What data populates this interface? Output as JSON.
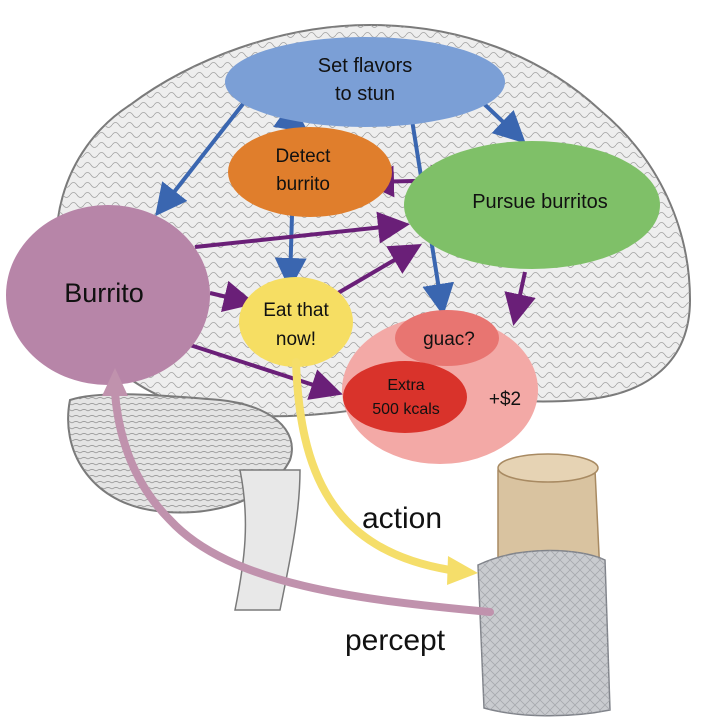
{
  "nodes": {
    "set_flavors": {
      "line1": "Set flavors",
      "line2": "to stun",
      "color": "#7b9fd6"
    },
    "detect_burrito": {
      "line1": "Detect",
      "line2": "burrito",
      "color": "#e07e2c"
    },
    "pursue_burritos": {
      "label": "Pursue burritos",
      "color": "#7fc068"
    },
    "burrito": {
      "label": "Burrito",
      "color": "#b785a8"
    },
    "eat_that_now": {
      "line1": "Eat that",
      "line2": "now!",
      "color": "#f6de63"
    },
    "guac": {
      "label": "guac?",
      "color": "#e87571"
    },
    "extra_kcals": {
      "line1": "Extra",
      "line2": "500 kcals",
      "color": "#d9332b"
    },
    "price": {
      "label": "+$2"
    },
    "cost_region_color": "#f3a9a6"
  },
  "labels": {
    "action": "action",
    "percept": "percept"
  },
  "colors": {
    "blue_arrow": "#3a66b0",
    "purple_arrow": "#6a1f78",
    "action_arrow": "#f5de6a",
    "percept_arrow": "#c092ad",
    "brain_fill": "#eeeeee",
    "brain_stroke": "#7a7a7a",
    "foil": "#c9cbcf",
    "tortilla": "#d9c3a0"
  }
}
